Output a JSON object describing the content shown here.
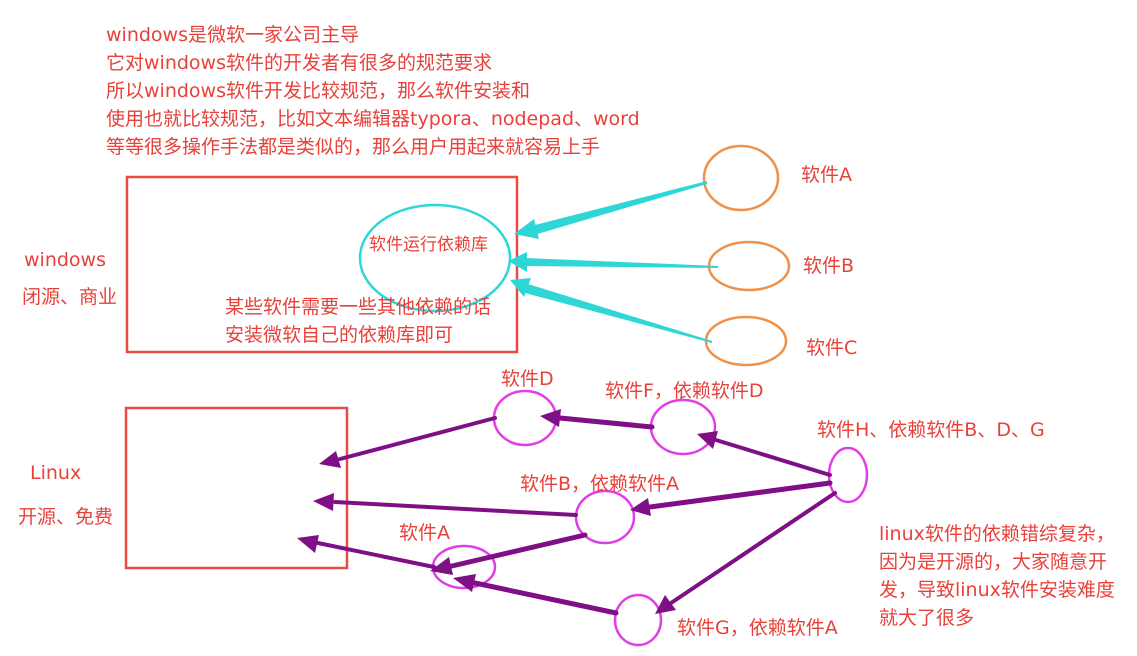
{
  "colors": {
    "label_red": "#e8413a",
    "box_red": "#e84a45",
    "cyan": "#2fd6d6",
    "orange": "#f0914a",
    "magenta": "#e23ee8",
    "purple": "#7f0f84"
  },
  "windows_note": {
    "lines": [
      "windows是微软一家公司主导",
      "它对windows软件的开发者有很多的规范要求",
      "所以windows软件开发比较规范，那么软件安装和",
      "使用也就比较规范，比如文本编辑器typora、nodepad、word",
      "等等很多操作手法都是类似的，那么用户用起来就容易上手"
    ]
  },
  "windows": {
    "name": "windows",
    "subtitle": "闭源、商业",
    "library_label": "软件运行依赖库",
    "dependency_note": [
      "某些软件需要一些其他依赖的话",
      "安装微软自己的依赖库即可"
    ]
  },
  "windows_software": [
    "软件A",
    "软件B",
    "软件C"
  ],
  "linux": {
    "name": "Linux",
    "subtitle": "开源、免费"
  },
  "linux_software": {
    "d": "软件D",
    "f": "软件F，依赖软件D",
    "h": "软件H、依赖软件B、D、G",
    "b": "软件B，依赖软件A",
    "a": "软件A",
    "g": "软件G，依赖软件A"
  },
  "linux_note": {
    "lines": [
      "linux软件的依赖错综复杂，",
      "因为是开源的，大家随意开",
      "发，导致linux软件安装难度",
      "就大了很多"
    ]
  }
}
